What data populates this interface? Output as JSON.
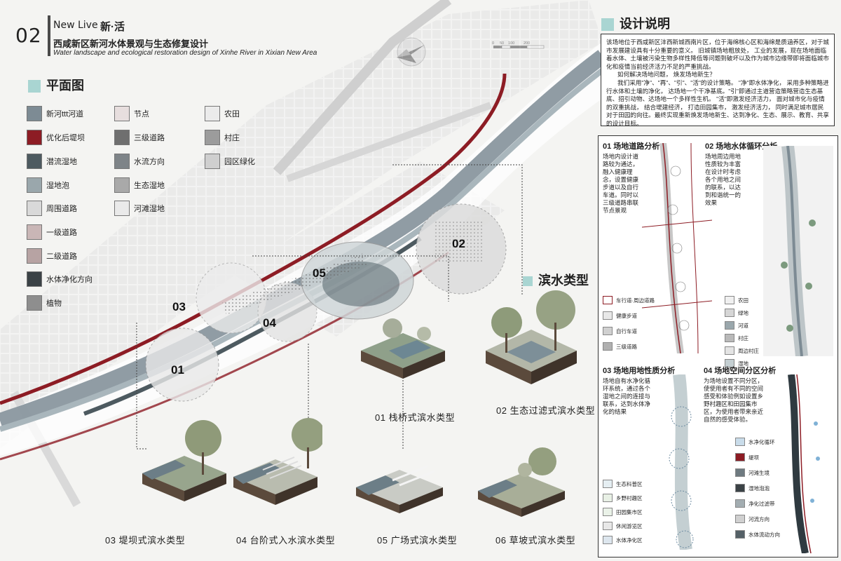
{
  "header": {
    "number": "02",
    "brand_en": "New Live",
    "brand_cn": "新·活",
    "subtitle": "西咸新区新河水体景观与生态修复设计",
    "subtitle_en": "Water landscape and ecological restoration design of Xinhe River in Xixian New Area"
  },
  "scale": {
    "labels": [
      "0",
      "50",
      "100",
      "200"
    ]
  },
  "legend": {
    "title": "平面图",
    "items": [
      {
        "label": "新河ttt河道",
        "color": "#7d8b94"
      },
      {
        "label": "优化后堤坝",
        "color": "#8d1c24"
      },
      {
        "label": "潜流湿地",
        "color": "#4d5a60"
      },
      {
        "label": "湿地泡",
        "color": "#9aa7ac"
      },
      {
        "label": "周围道路",
        "color": "#d9d9d9"
      },
      {
        "label": "一级道路",
        "color": "#c9b6b6"
      },
      {
        "label": "二级道路",
        "color": "#b7a3a3"
      },
      {
        "label": "水体净化方向",
        "color": "#3b4246"
      },
      {
        "label": "植物",
        "color": "#8e8e8e"
      },
      {
        "label": "节点",
        "color": "#e7dede"
      },
      {
        "label": "三级道路",
        "color": "#6f6f6f"
      },
      {
        "label": "水流方向",
        "color": "#7e8488"
      },
      {
        "label": "生态湿地",
        "color": "#a9a9a9"
      },
      {
        "label": "河滩湿地",
        "color": "#eaeaea"
      },
      {
        "label": "农田",
        "color": "#ebebeb"
      },
      {
        "label": "村庄",
        "color": "#9c9c9c"
      },
      {
        "label": "园区绿化",
        "color": "#cfcfcf"
      }
    ]
  },
  "map": {
    "nodes": [
      "01",
      "02",
      "03",
      "04",
      "05"
    ]
  },
  "waterfront": {
    "title": "滨水类型",
    "tiles": [
      "01 栈桥式滨水类型",
      "02 生态过滤式滨水类型",
      "03 堤坝式滨水类型",
      "04 台阶式入水滨水类型",
      "05 广场式滨水类型",
      "06 草坡式滨水类型"
    ]
  },
  "notes": {
    "title": "设计说明",
    "paragraphs": [
      "该场地位于西咸新区沣西新城西南片区，位于海绵核心区和海绵是质涵养区，对于城市发展建设具有十分重要的意义。 旧城镇场地粗放处， 工业的发展，现在场地面临着水体、土壤被污染生物多样性降低等问题到破坏以及作为城市边缘带即将面临城市化和疫情当前经济活力不足的严重挑战。",
      "如何解决场地问题， 焕发场地新生？",
      "我们采用\"净\"、\"再\"、\"引\"、\"活\"的设计策略。 \"净\"即水体净化， 采用多种策略进行水体和土壤的净化， 达场地一个干净基底。\"引\"即通过主道营造策略营造生态基底、招引动物、达场地一个多样性生机。 \"活\"即激发经济活力， 面对城市化与疫情的双重挑战， 结合堤建经济， 打造田园集市， 激发经济活力， 同时满足城市居民对于田园的向往。最终实现重新焕发场地新生、达到净化、生态、展示、教育、共享的设计目标。"
    ]
  },
  "analysis": {
    "panels": [
      {
        "title": "01 场地道路分析",
        "text": "场地内设计道路较为通达，融入健康理念，设置健康步道以及自行车道。同时以三级道路串联节点景观"
      },
      {
        "title": "02 场地水体循环分析",
        "text": "场地周边用地性质较为丰富在设计时考虑各个用地之间的联系，以达到和谐统一的效果"
      },
      {
        "title": "03 场地用地性质分析",
        "text": "场地自有水净化循环系统，通过各个湿地之间的连接与联系，达到水体净化的结果"
      },
      {
        "title": "04 场地空间分区分析",
        "text": "为场地设置不同分区，使使用者有不同的空间感受和体验例如设置乡野村趣区和田园集市区，为使用者带来亲近自然的感受体验。"
      }
    ],
    "legend1": [
      "车行道·周边道路",
      "健康步道",
      "自行车道",
      "三级道路"
    ],
    "legend2": [
      "农田",
      "绿地",
      "河道",
      "村庄",
      "周边村庄",
      "湿地"
    ],
    "legend3": [
      "生态科普区",
      "乡野村趣区",
      "田园集市区",
      "休闲游览区",
      "水体净化区"
    ],
    "legend4": [
      "水净化循环",
      "堤坝",
      "河滩生境",
      "湿地泡泡",
      "净化过滤带",
      "河流方向",
      "水体流动方向"
    ]
  }
}
